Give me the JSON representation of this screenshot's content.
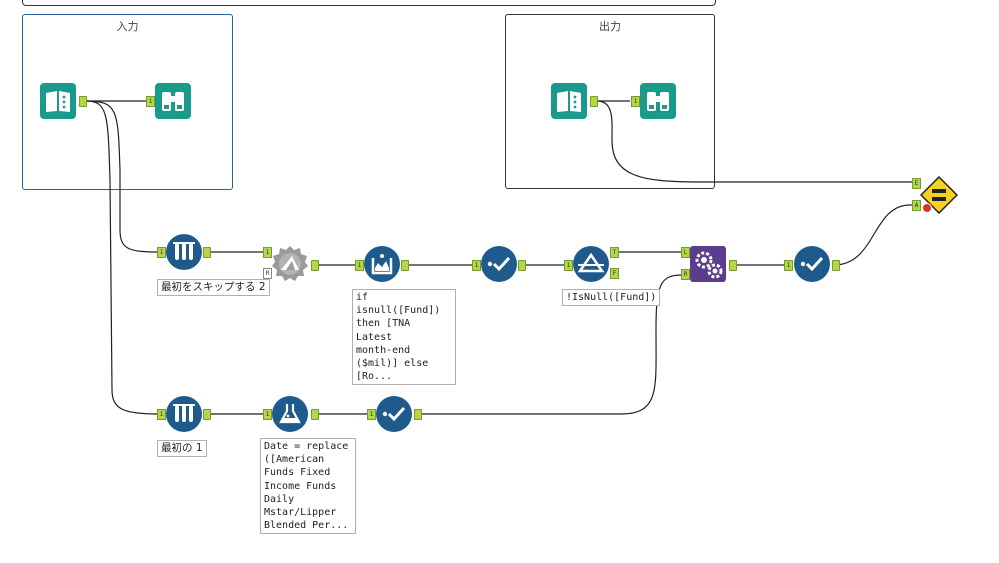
{
  "containers": {
    "input_title": "入力",
    "output_title": "出力"
  },
  "annotations": {
    "skip_first": "最初をスキップする 2",
    "first_one": "最初の 1",
    "formula_tna": "if isnull([Fund])\nthen [TNA\nLatest\nmonth-end\n($mil)] else\n[Ro...",
    "filter_fund": "!IsNull([Fund])",
    "formula_date": "Date = replace\n([American\nFunds Fixed\nIncome Funds\nDaily\nMstar/Lipper\nBlended Per..."
  },
  "anchor_tags": {
    "in": "1",
    "rows": "R",
    "true": "T",
    "false": "F",
    "left": "L",
    "right": "R",
    "expected": "E",
    "actual": "A"
  },
  "icons": {
    "input_data": "book-input-icon",
    "browse": "binoculars-icon",
    "sample": "test-tubes-icon",
    "dynamic_rename": "rename-gear-icon",
    "formula": "flask-beaker-icon",
    "select": "select-check-icon",
    "filter": "filter-triangle-icon",
    "join": "join-gears-icon",
    "expect_equal": "equal-sign-icon"
  },
  "colors": {
    "teal": "#1a9a8a",
    "navy": "#1f5a8c",
    "purple": "#5b3d8e",
    "yellow": "#f4d21f",
    "anchor_green": "#b4d64a"
  }
}
